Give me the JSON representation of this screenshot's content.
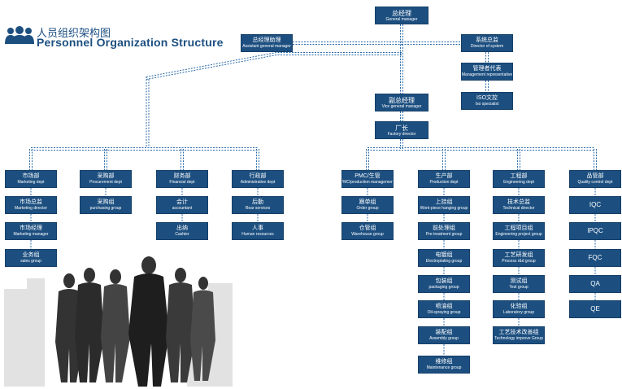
{
  "header": {
    "title_cn": "人员组织架构图",
    "title_en": "Personnel Organization Structure",
    "logo_icon": "people-group-icon"
  },
  "colors": {
    "node": "#1c4f80",
    "line": "#2a6aa8"
  },
  "nodes": {
    "gm": {
      "cn": "总经理",
      "en": "General manager"
    },
    "agm": {
      "cn": "总经理助理",
      "en": "Assistant general manager"
    },
    "dos": {
      "cn": "系统总监",
      "en": "Director of system"
    },
    "mr": {
      "cn": "管理者代表",
      "en": "Management representative"
    },
    "iso": {
      "cn": "ISO文控",
      "en": "Iso specialist"
    },
    "vgm": {
      "cn": "副总经理",
      "en": "Vice general manager"
    },
    "fd": {
      "cn": "厂长",
      "en": "Factory director"
    },
    "mkt": {
      "cn": "市场部",
      "en": "Marketing dept"
    },
    "mkt_dir": {
      "cn": "市场总监",
      "en": "Marketing director"
    },
    "mkt_mgr": {
      "cn": "市场经理",
      "en": "Marketing manager"
    },
    "sales": {
      "cn": "业务组",
      "en": "sales group"
    },
    "proc": {
      "cn": "采购部",
      "en": "Procurement dept"
    },
    "purch": {
      "cn": "采购组",
      "en": "purchasing group"
    },
    "fin": {
      "cn": "财务部",
      "en": "Financial dept"
    },
    "acct": {
      "cn": "会计",
      "en": "accountant"
    },
    "cash": {
      "cn": "出纳",
      "en": "Cashier"
    },
    "adm": {
      "cn": "行政部",
      "en": "Administrative dept"
    },
    "rear": {
      "cn": "后勤",
      "en": "Rear services"
    },
    "hr": {
      "cn": "人事",
      "en": "Human resources"
    },
    "pmc": {
      "cn": "PMC/生管",
      "en": "PMC/production management"
    },
    "order": {
      "cn": "跟单组",
      "en": "Order group"
    },
    "wh": {
      "cn": "仓管组",
      "en": "Warehouse group"
    },
    "prod": {
      "cn": "生产部",
      "en": "Production dept"
    },
    "hang": {
      "cn": "上挂组",
      "en": "Work-piece hanging group"
    },
    "pretr": {
      "cn": "前处理组",
      "en": "Pre-treatment group"
    },
    "elec": {
      "cn": "电镀组",
      "en": "Electroplating group"
    },
    "pack": {
      "cn": "包装组",
      "en": "packaging group"
    },
    "oil": {
      "cn": "喷油组",
      "en": "Oil-spraying group"
    },
    "asm": {
      "cn": "装配组",
      "en": "Assembly group"
    },
    "maint": {
      "cn": "维修组",
      "en": "Maintenance group"
    },
    "eng": {
      "cn": "工程部",
      "en": "Engineering dept"
    },
    "tech": {
      "cn": "技术总监",
      "en": "Technical director"
    },
    "engproj": {
      "cn": "工程项目组",
      "en": "Engineering project group"
    },
    "rnd": {
      "cn": "工艺研发组",
      "en": "Process r&d group"
    },
    "test": {
      "cn": "测试组",
      "en": "Test group"
    },
    "lab": {
      "cn": "化验组",
      "en": "Laboratory group"
    },
    "techimp": {
      "cn": "工艺技术改善组",
      "en": "Technology improve Group"
    },
    "qc": {
      "cn": "品管部",
      "en": "Quality control dept"
    },
    "iqc": {
      "cn": "IQC",
      "en": ""
    },
    "ipqc": {
      "cn": "IPQC",
      "en": ""
    },
    "fqc": {
      "cn": "FQC",
      "en": ""
    },
    "qa": {
      "cn": "QA",
      "en": ""
    },
    "qe": {
      "cn": "QE",
      "en": ""
    }
  }
}
